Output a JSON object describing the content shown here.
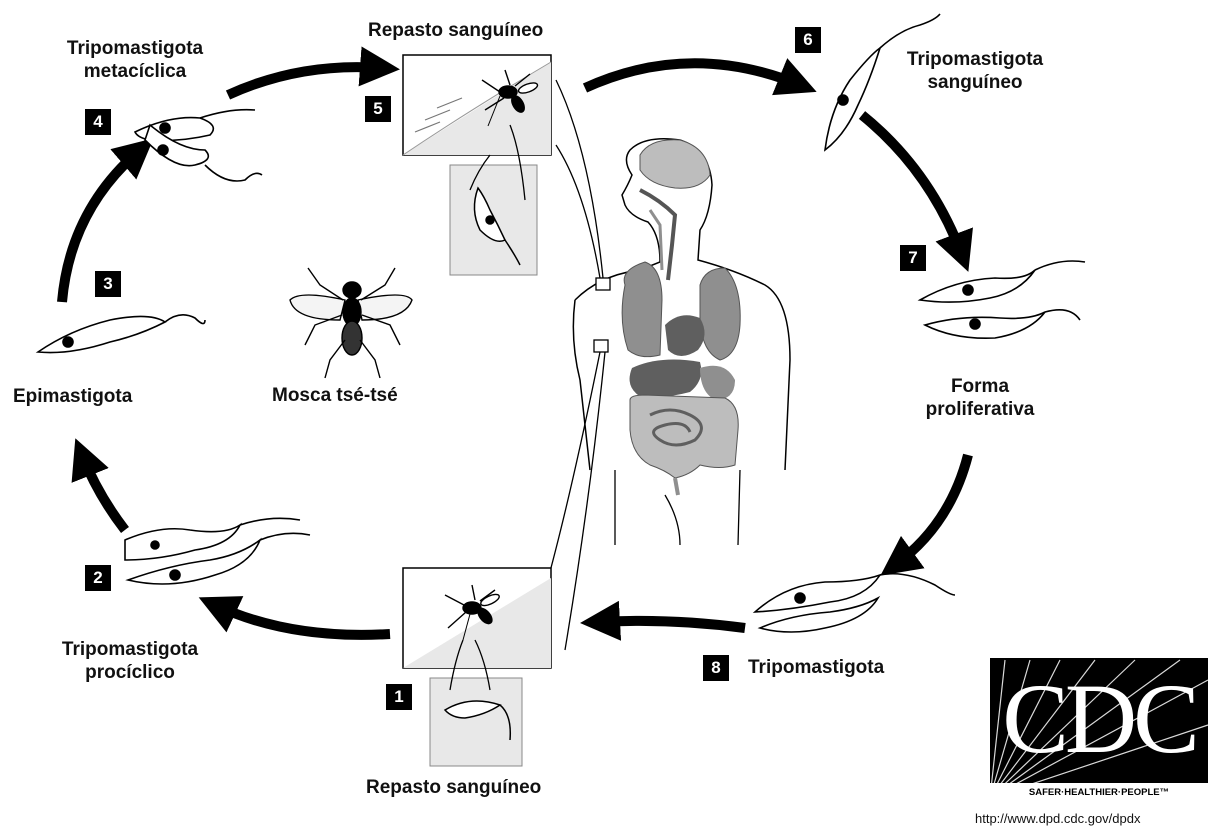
{
  "colors": {
    "ink": "#000000",
    "panel": "#e8e8e8",
    "organ_light": "#bdbdbd",
    "organ_mid": "#8f8f8f",
    "organ_dark": "#5f5f5f"
  },
  "stages": [
    {
      "number": "1",
      "label": "Repasto sanguíneo"
    },
    {
      "number": "2",
      "label": "Tripomastigota procíclico",
      "label_lines": [
        "Tripomastigota",
        "procíclico"
      ]
    },
    {
      "number": "3",
      "label": "Epimastigota"
    },
    {
      "number": "4",
      "label": "Tripomastigota metacíclica",
      "label_lines": [
        "Tripomastigota",
        "metacíclica"
      ]
    },
    {
      "number": "5",
      "label": "Repasto sanguíneo"
    },
    {
      "number": "6",
      "label": "Tripomastigota sanguíneo",
      "label_lines": [
        "Tripomastigota",
        "sanguíneo"
      ]
    },
    {
      "number": "7",
      "label": "Forma proliferativa",
      "label_lines": [
        "Forma",
        "proliferativa"
      ]
    },
    {
      "number": "8",
      "label": "Tripomastigota"
    }
  ],
  "vector": {
    "label": "Mosca tsé-tsé"
  },
  "logo": {
    "text": "CDC",
    "tagline": "SAFER·HEALTHIER·PEOPLE™",
    "url": "http://www.dpd.cdc.gov/dpdx"
  }
}
